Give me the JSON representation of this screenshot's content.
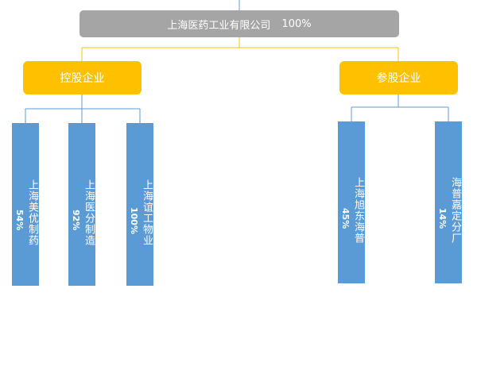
{
  "root": {
    "name": "上海医药工业有限公司",
    "share": "100%"
  },
  "groups": {
    "holding": {
      "label": "控股企业",
      "companies": [
        {
          "name": "上海美优制药",
          "share": "54%"
        },
        {
          "name": "上海医分制造",
          "share": "92%"
        },
        {
          "name": "上海谊工物业",
          "share": "100%"
        }
      ]
    },
    "equity": {
      "label": "参股企业",
      "companies": [
        {
          "name": "上海旭东海普",
          "share": "45%"
        },
        {
          "name": "海普嘉定分厂",
          "share": "14%"
        }
      ]
    }
  },
  "colors": {
    "root_fill": "#a5a5a5",
    "group_fill": "#ffc000",
    "company_fill": "#5b9bd5",
    "root_connector": "#ffc000",
    "group_connector": "#5b9bd5"
  }
}
